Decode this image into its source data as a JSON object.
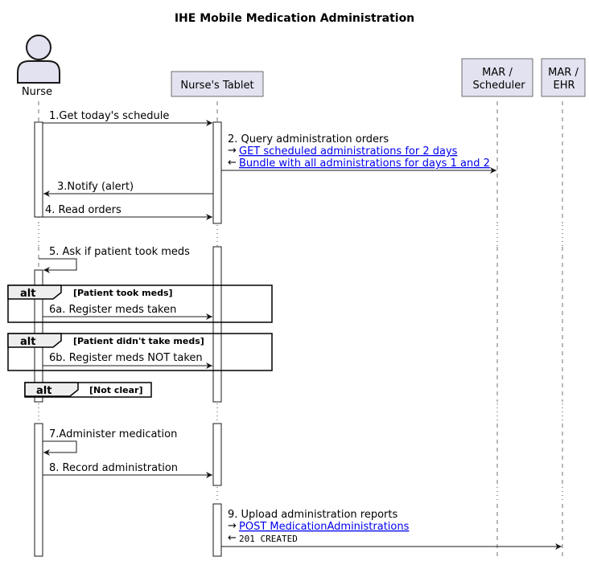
{
  "title": "IHE Mobile Medication Administration",
  "participants": {
    "nurse": "Nurse",
    "tablet": "Nurse's Tablet",
    "scheduler": [
      "MAR /",
      "Scheduler"
    ],
    "ehr": [
      "MAR /",
      "EHR"
    ]
  },
  "messages": {
    "m1": "1.Get today's schedule",
    "m2": "2. Query administration orders",
    "m2_req": "GET scheduled administrations for 2 days",
    "m2_resp": "Bundle with all administrations for days 1 and 2",
    "m3": "3.Notify (alert)",
    "m4": "4. Read orders",
    "m5": "5. Ask if patient took meds",
    "m6a": "6a. Register meds taken",
    "m6b": "6b. Register meds NOT taken",
    "m7": "7.Administer medication",
    "m8": "8. Record administration",
    "m9": "9. Upload administration reports",
    "m9_req": "POST MedicationAdministrations",
    "m9_resp": "201 CREATED"
  },
  "fragments": {
    "alt1": {
      "keyword": "alt",
      "guard": "[Patient took meds]"
    },
    "alt2": {
      "keyword": "alt",
      "guard": "[Patient didn't take meds]"
    },
    "alt3": {
      "keyword": "alt",
      "guard": "[Not clear]"
    }
  },
  "glyphs": {
    "request_arrow": "→",
    "response_arrow": "←"
  },
  "colors": {
    "participant_fill": "#E2E2F0",
    "line": "#181818",
    "link": "#0000ee"
  },
  "icons": [
    "actor-person-icon",
    "arrowhead-icon"
  ]
}
